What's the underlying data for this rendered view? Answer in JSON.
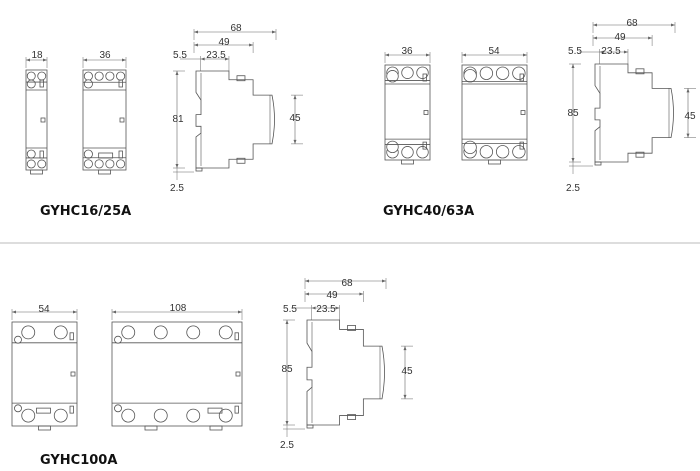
{
  "colors": {
    "line": "#555555",
    "dimension": "#666666",
    "divider": "#bbbbbb",
    "text": "#111111"
  },
  "sections": [
    {
      "model": "GYHC16/25A",
      "front_widths": [
        "18",
        "36"
      ],
      "side": {
        "overall": "68",
        "mid": "49",
        "offset": "5.5",
        "step": "23.5",
        "height": "81",
        "front_height": "45",
        "rail": "2.5"
      }
    },
    {
      "model": "GYHC40/63A",
      "front_widths": [
        "36",
        "54"
      ],
      "side": {
        "overall": "68",
        "mid": "49",
        "offset": "5.5",
        "step": "23.5",
        "height": "85",
        "front_height": "45",
        "rail": "2.5"
      }
    },
    {
      "model": "GYHC100A",
      "front_widths": [
        "54",
        "108"
      ],
      "side": {
        "overall": "68",
        "mid": "49",
        "offset": "5.5",
        "step": "23.5",
        "height": "85",
        "front_height": "45",
        "rail": "2.5"
      }
    }
  ]
}
